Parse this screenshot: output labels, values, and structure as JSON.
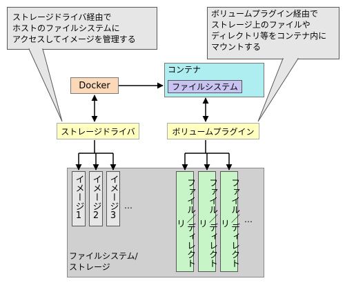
{
  "callout_left": {
    "text": "ストレージドライバ経由で\nホストのファイルシステムに\nアクセスしてイメージを管理する"
  },
  "callout_right": {
    "text": "ボリュームプラグイン経由で\nストレージ上のファイルや\nディレクトリ等をコンテナ内に\nマウントする"
  },
  "docker": {
    "label": "Docker"
  },
  "container": {
    "title": "コンテナ",
    "fs_label": "ファイルシステム"
  },
  "storage_driver": {
    "label": "ストレージドライバ"
  },
  "volume_plugin": {
    "label": "ボリュームプラグイン"
  },
  "storage_area": {
    "label": "ファイルシステム/\nストレージ"
  },
  "images": [
    "イメージ1",
    "イメージ2",
    "イメージ3"
  ],
  "images_more": "…",
  "files": [
    "ファイル／ディレクトリ",
    "ファイル／ディレクトリ",
    "ファイル／ディレクトリ"
  ],
  "files_more": "…",
  "colors": {
    "callout_bg": "#e6e6e6",
    "docker_bg": "#fbd9b8",
    "container_bg": "#aeeef0",
    "fs_bg": "#c9c3f1",
    "label_bg": "#ffffc0",
    "storage_bg": "#d0d0d0",
    "image_bg": "#e6e6e6",
    "file_bg": "#c7f5c7"
  }
}
